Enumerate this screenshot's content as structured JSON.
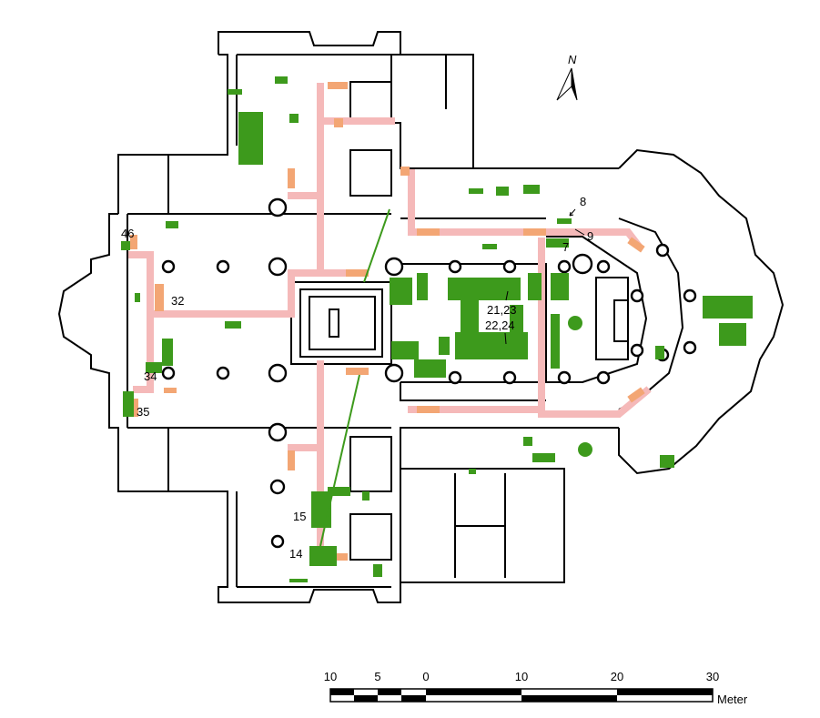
{
  "plan": {
    "labels": {
      "l8": "8",
      "l9": "9",
      "l7": "7",
      "l2123": "21,23",
      "l2224": "22,24",
      "l46": "46",
      "l32": "32",
      "l34": "34",
      "l35": "35",
      "l15": "15",
      "l14": "14"
    },
    "north": "N",
    "colors": {
      "path": "#f5b9b9",
      "orange": "#f3a674",
      "green": "#3d9a1c"
    }
  },
  "scale_bar": {
    "ticks": [
      "10",
      "5",
      "0",
      "10",
      "20",
      "30"
    ],
    "unit": "Meter"
  }
}
